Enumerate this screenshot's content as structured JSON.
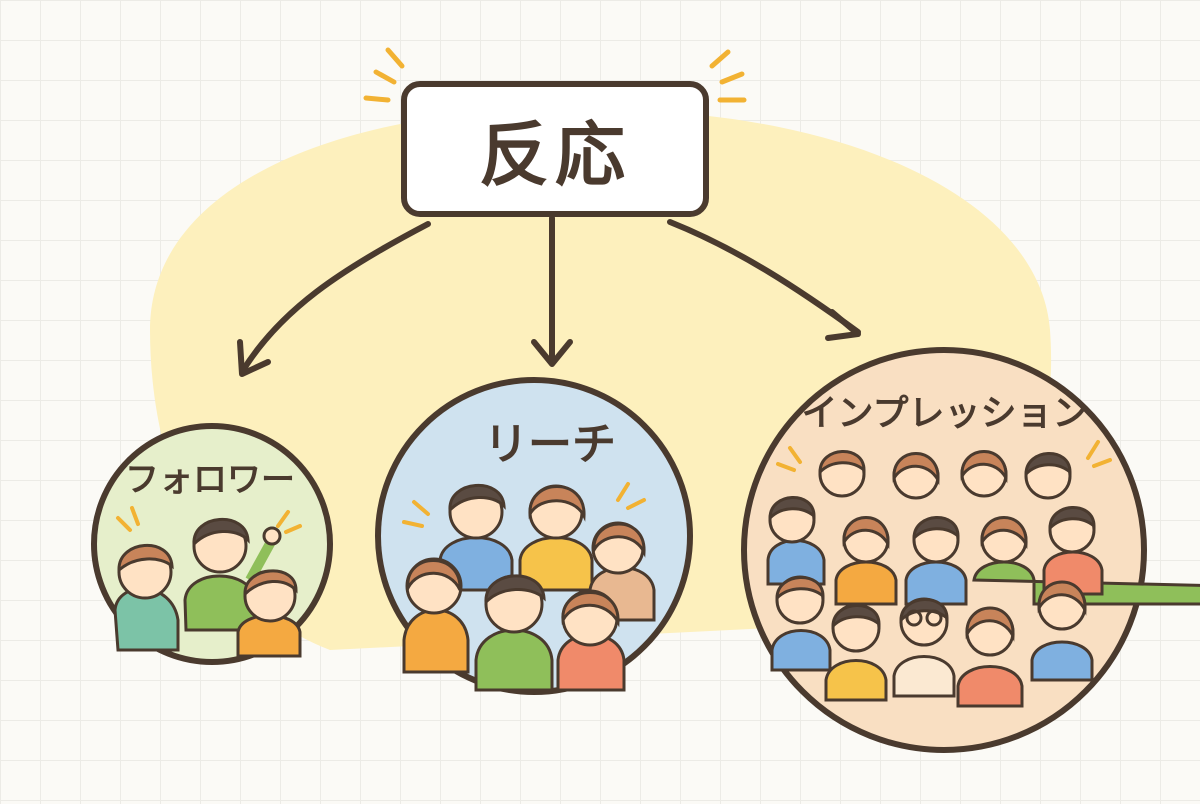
{
  "hub": {
    "label": "反応"
  },
  "circles": [
    {
      "id": "follower",
      "label": "フォロワー",
      "fill": "#e6efcb"
    },
    {
      "id": "reach",
      "label": "リーチ",
      "fill": "#cfe2ef"
    },
    {
      "id": "impression",
      "label": "インプレッション",
      "fill": "#f9dfc2"
    }
  ],
  "colors": {
    "outline": "#4a3a2e",
    "blob": "#fdf0bd",
    "accent_spark": "#f2b233",
    "hub_fill": "#ffffff"
  }
}
